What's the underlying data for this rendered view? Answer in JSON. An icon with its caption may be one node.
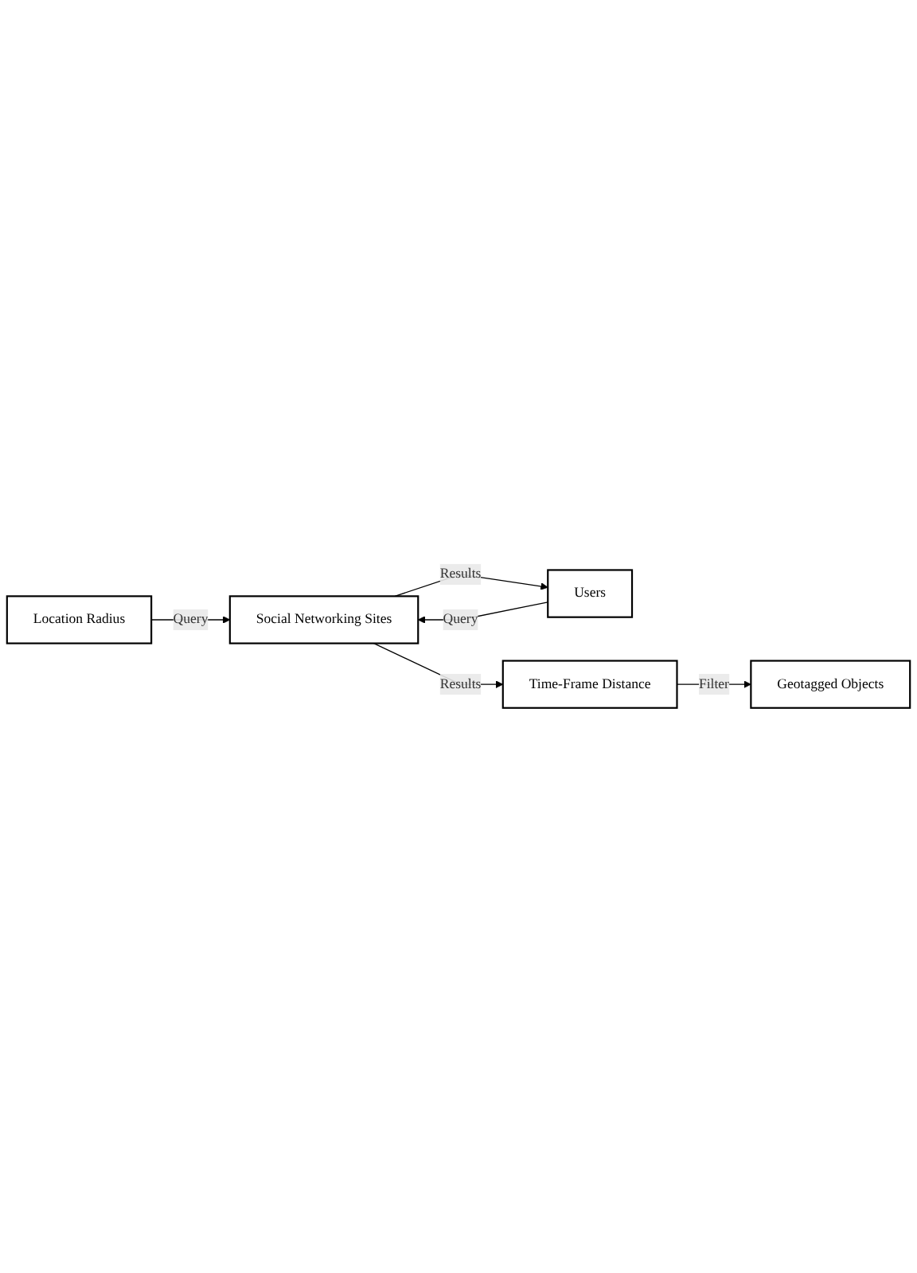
{
  "diagram": {
    "nodes": [
      {
        "text": [
          "Location Radius"
        ]
      },
      {
        "text": [
          "Users"
        ]
      },
      {
        "text": [
          "Time-Frame Distance"
        ]
      },
      {
        "text": [
          "Geotagged Objects"
        ]
      },
      {
        "text": [
          "Social Networking Sites"
        ]
      }
    ],
    "edges": [
      {
        "from": 0,
        "to": 4,
        "arrow": "to",
        "label": "Query"
      },
      {
        "from": 4,
        "to": 1,
        "arrow": "to",
        "label": "Results"
      },
      {
        "from": 1,
        "to": 4,
        "arrow": "to",
        "label": "Query"
      },
      {
        "from": 4,
        "to": 2,
        "arrow": "to",
        "label": "Results"
      },
      {
        "from": 2,
        "to": 3,
        "arrow": "to",
        "label": "Filter"
      }
    ]
  }
}
